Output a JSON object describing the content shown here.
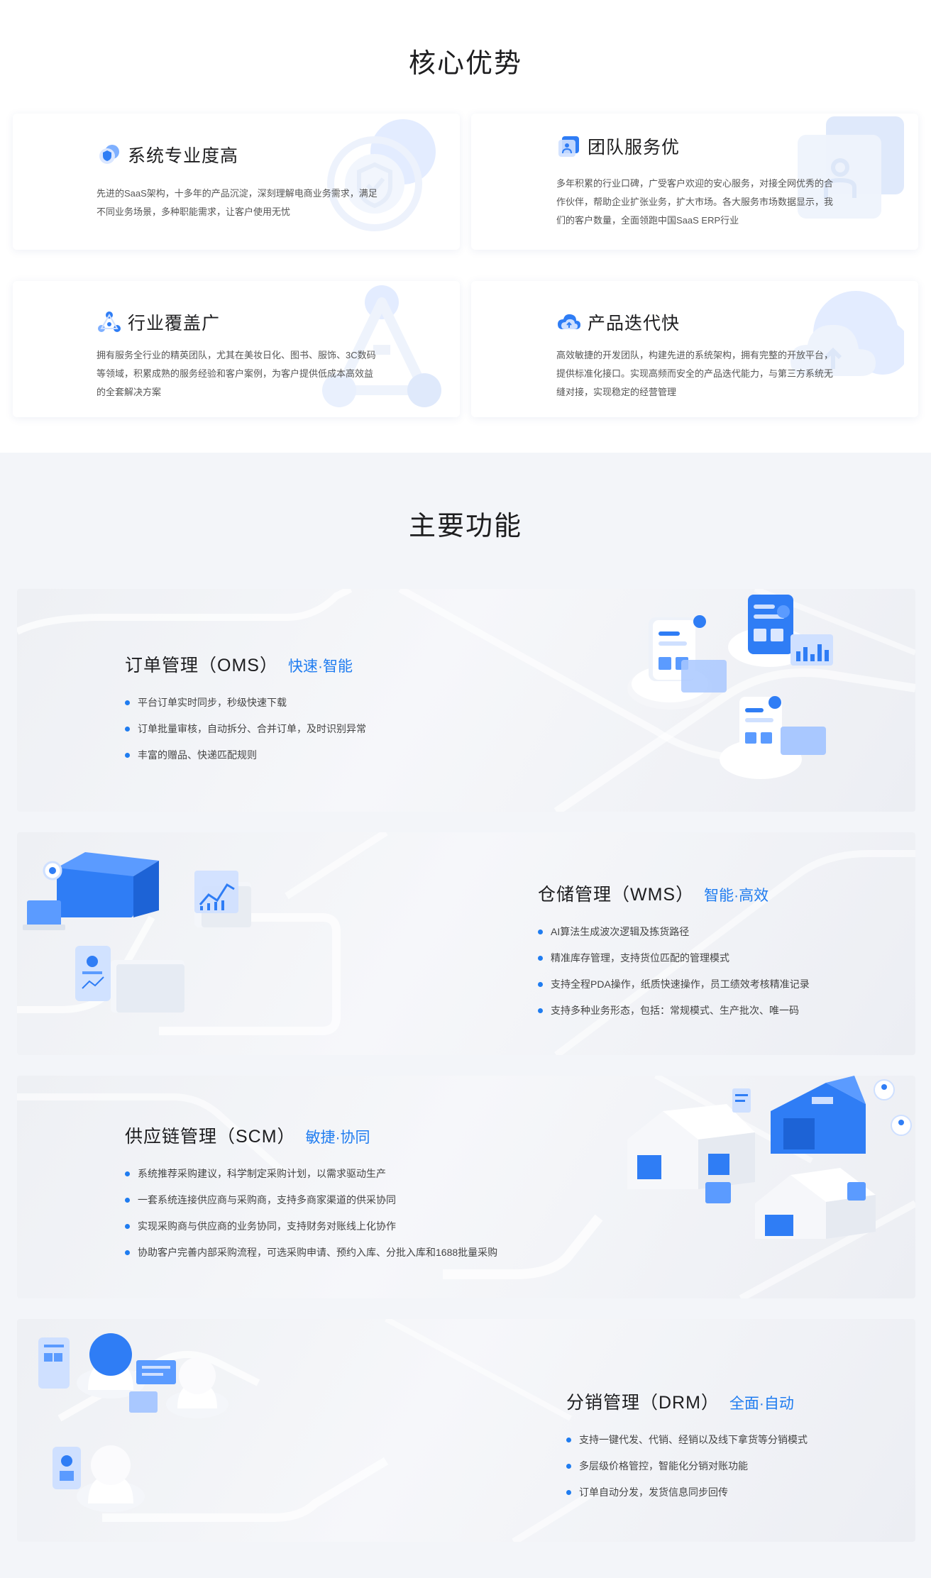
{
  "advantages": {
    "title": "核心优势",
    "cards": [
      {
        "icon": "shield-icon",
        "title": "系统专业度高",
        "desc": "先进的SaaS架构，十多年的产品沉淀，深刻理解电商业务需求，满足不同业务场景，多种职能需求，让客户使用无忧"
      },
      {
        "icon": "team-icon",
        "title": "团队服务优",
        "desc": "多年积累的行业口碑，广受客户欢迎的安心服务，对接全网优秀的合作伙伴，帮助企业扩张业务，扩大市场。各大服务市场数据显示，我们的客户数量，全面领跑中国SaaS ERP行业"
      },
      {
        "icon": "network-icon",
        "title": "行业覆盖广",
        "desc": "拥有服务全行业的精英团队，尤其在美妆日化、图书、服饰、3C数码等领域，积累成熟的服务经验和客户案例，为客户提供低成本高效益的全套解决方案"
      },
      {
        "icon": "cloud-icon",
        "title": "产品迭代快",
        "desc": "高效敏捷的开发团队，构建先进的系统架构，拥有完整的开放平台，提供标准化接口。实现高频而安全的产品迭代能力，与第三方系统无缝对接，实现稳定的经营管理"
      }
    ]
  },
  "features": {
    "title": "主要功能",
    "items": [
      {
        "title": "订单管理（OMS）",
        "tag": "快速·智能",
        "points": [
          "平台订单实时同步，秒级快速下载",
          "订单批量审核，自动拆分、合并订单，及时识别异常",
          "丰富的赠品、快递匹配规则"
        ]
      },
      {
        "title": "仓储管理（WMS）",
        "tag": "智能·高效",
        "points": [
          "AI算法生成波次逻辑及拣货路径",
          "精准库存管理，支持货位匹配的管理模式",
          "支持全程PDA操作，纸质快速操作，员工绩效考核精准记录",
          "支持多种业务形态，包括：常规模式、生产批次、唯一码"
        ]
      },
      {
        "title": "供应链管理（SCM）",
        "tag": "敏捷·协同",
        "points": [
          "系统推荐采购建议，科学制定采购计划，以需求驱动生产",
          "一套系统连接供应商与采购商，支持多商家渠道的供采协同",
          "实现采购商与供应商的业务协同，支持财务对账线上化协作",
          "协助客户完善内部采购流程，可选采购申请、预约入库、分批入库和1688批量采购"
        ]
      },
      {
        "title": "分销管理（DRM）",
        "tag": "全面·自动",
        "points": [
          "支持一键代发、代销、经销以及线下拿货等分销模式",
          "多层级价格管控，智能化分销对账功能",
          "订单自动分发，发货信息同步回传"
        ]
      }
    ]
  },
  "colors": {
    "accent": "#1f7cf0",
    "bg_alt": "#f3f5f9"
  }
}
